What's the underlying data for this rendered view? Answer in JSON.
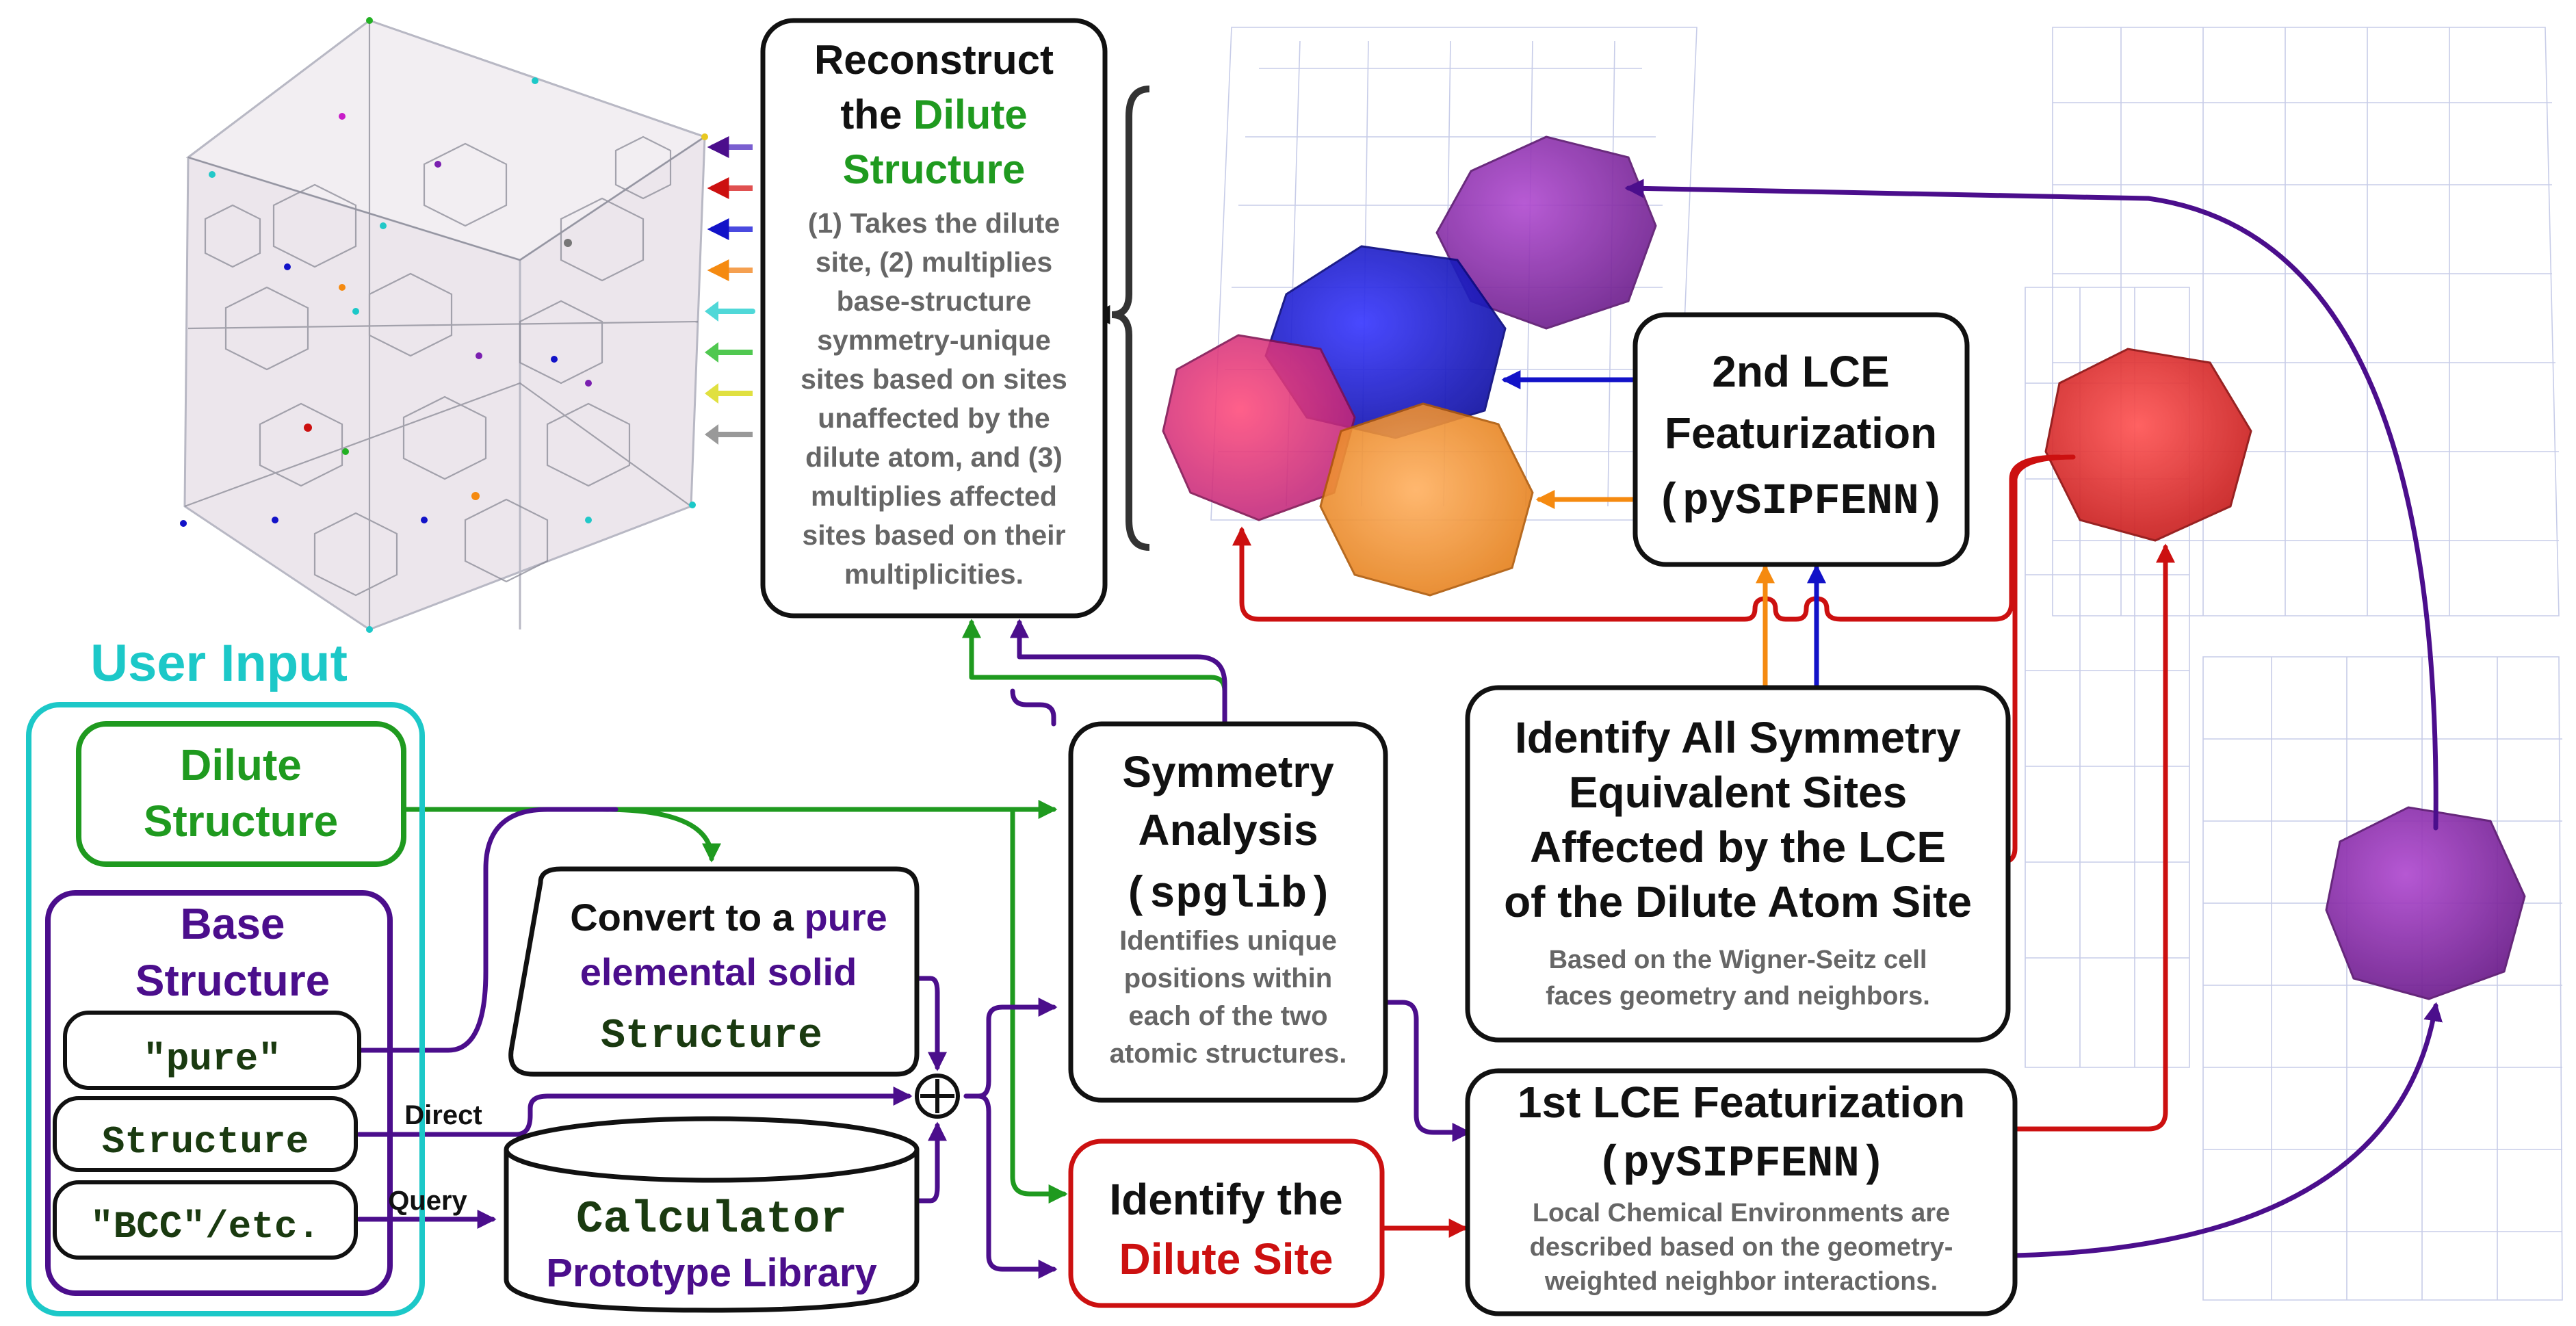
{
  "colors": {
    "green": "#1f9a1f",
    "purple": "#4b0e8c",
    "red": "#cc1010",
    "blue": "#1212c8",
    "orange": "#f58a10",
    "teal": "#1cc8c8",
    "black": "#111111",
    "gray": "#666666"
  },
  "reconstruct": {
    "title_line1": "Reconstruct",
    "title_the": "the ",
    "title_dilute": "Dilute",
    "title_structure": "Structure",
    "desc": [
      "(1) Takes the dilute",
      "site, (2) multiplies",
      "base-structure",
      "symmetry-unique",
      "sites based on sites",
      "unaffected by the",
      "dilute atom, and (3)",
      "multiplies affected",
      "sites based on their",
      "multiplicities."
    ]
  },
  "lce2": {
    "line1": "2nd LCE",
    "line2": "Featurization",
    "line3": "(pySIPFENN)"
  },
  "identify_all": {
    "lines": [
      "Identify All Symmetry",
      "Equivalent Sites",
      "Affected by the LCE",
      "of the Dilute Atom Site"
    ],
    "desc": [
      "Based on the Wigner-Seitz cell",
      "faces geometry and neighbors."
    ]
  },
  "symmetry": {
    "line1": "Symmetry",
    "line2": "Analysis",
    "line3": "(spglib)",
    "desc": [
      "Identifies unique",
      "positions within",
      "each of the two",
      "atomic structures."
    ]
  },
  "lce1": {
    "line1": "1st LCE Featurization",
    "line2": "(pySIPFENN)",
    "desc": [
      "Local Chemical Environments are",
      "described based on the geometry-",
      "weighted neighbor interactions."
    ]
  },
  "identify_dilute": {
    "line1": "Identify the",
    "line2": "Dilute Site"
  },
  "user_input": {
    "title": "User Input",
    "dilute_structure": [
      "Dilute",
      "Structure"
    ],
    "base_structure": [
      "Base",
      "Structure"
    ],
    "options": [
      "\"pure\"",
      "Structure",
      "\"BCC\"/etc."
    ]
  },
  "convert": {
    "line1_prefix": "Convert to a ",
    "line1_colored": "pure",
    "line2": "elemental solid",
    "line3": "Structure"
  },
  "calculator": {
    "line1": "Calculator",
    "line2": "Prototype Library"
  },
  "labels": {
    "direct": "Direct",
    "query": "Query"
  },
  "icons": {
    "combine": "circled-plus-icon",
    "brace": "curly-brace-icon"
  }
}
